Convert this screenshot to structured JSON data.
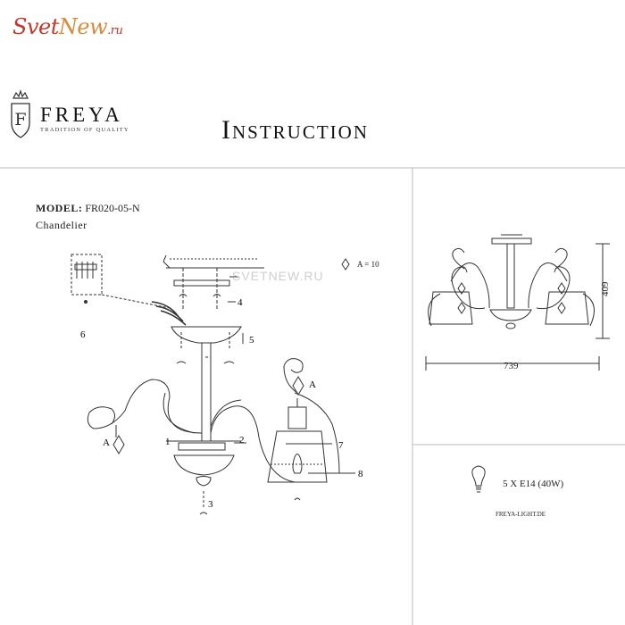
{
  "watermark": {
    "part1": "Svet",
    "part2": "New",
    "suffix": ".ru"
  },
  "brand": {
    "logo_letter": "F",
    "name": "FREYA",
    "tagline": "TRADITION OF QUALITY"
  },
  "title": "Instruction",
  "model": {
    "label": "MODEL:",
    "value": "FR020-05-N",
    "type": "Chandelier"
  },
  "diagram_watermark": "SVETNEW.RU",
  "part_labels": [
    "1",
    "2",
    "3",
    "4",
    "5",
    "6",
    "7",
    "8"
  ],
  "pendant_label": "A",
  "part_count": "A = 10",
  "dimensions": {
    "width": "739",
    "height": "409"
  },
  "bulb_spec": "5 X E14 (40W)",
  "site": "FREYA-LIGHT.DE",
  "colors": {
    "watermark_red": "#c0392b",
    "watermark_orange": "#d88a3a",
    "line": "#333333",
    "frame": "#bbbbbb"
  }
}
